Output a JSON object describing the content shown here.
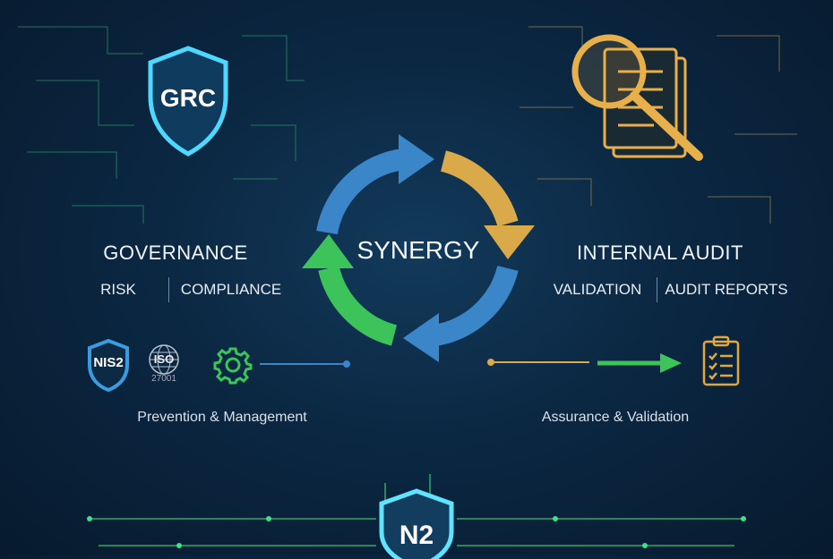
{
  "center": {
    "label": "SYNERGY"
  },
  "left": {
    "logo_text": "GRC",
    "heading": "GOVERNANCE",
    "items": [
      "RISK",
      "COMPLIANCE"
    ],
    "badges": {
      "nis2": "NIS2",
      "iso": "ISO",
      "iso_number": "27001"
    },
    "caption": "Prevention & Management"
  },
  "right": {
    "heading": "INTERNAL AUDIT",
    "items": [
      "VALIDATION",
      "AUDIT REPORTS"
    ],
    "caption": "Assurance & Validation"
  },
  "bottom": {
    "logo_text": "N2"
  },
  "colors": {
    "blue": "#3a86c8",
    "gold": "#d9a94a",
    "green": "#3cc45a",
    "cyan": "#5fe3ff"
  }
}
